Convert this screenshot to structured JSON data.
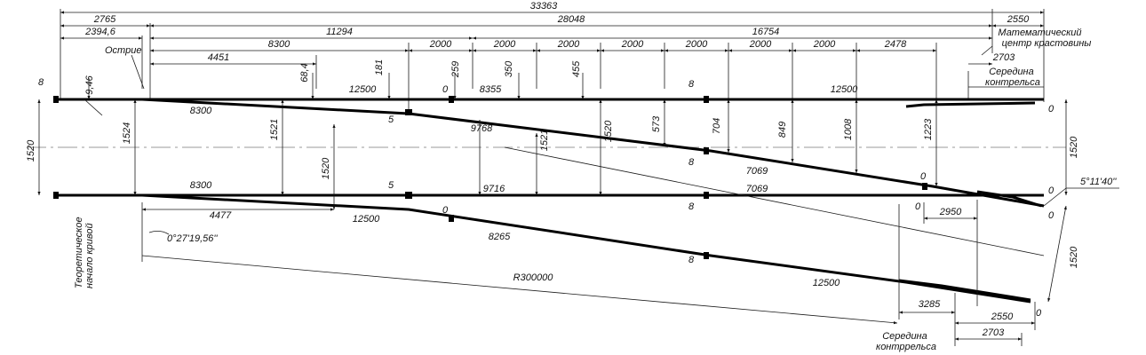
{
  "top_dims": {
    "total": "33363",
    "d2765": "2765",
    "d28048": "28048",
    "d2550": "2550",
    "d2394": "2394,6",
    "d11294": "11294",
    "d16754": "16754",
    "d8300": "8300",
    "d4451": "4451",
    "seg2000": "2000",
    "d2478": "2478",
    "d2703": "2703",
    "d8": "8"
  },
  "labels": {
    "ostrie": "Острие",
    "math_center": "Математический центр крастовины",
    "middle_guardrail": "Середина контррельса",
    "middle_guardrail_bottom": "Середина контррельса",
    "theoretical_start": "Теоретическое начало кривой",
    "angle_start": "0°27'19,56''",
    "angle_frog": "5°11'40''",
    "radius": "R300000"
  },
  "offsets": {
    "v946": "9,46",
    "v684": "68,4",
    "v181": "181",
    "v259": "259",
    "v350": "350",
    "v455": "455",
    "v573": "573",
    "v704": "704",
    "v849": "849",
    "v1008": "1008",
    "v1223": "1223",
    "v1520": "1520",
    "v1521": "1521",
    "v1524": "1524",
    "zero": "0"
  },
  "rail_dims": {
    "r12500": "12500",
    "r8300": "8300",
    "r8355": "8355",
    "r9768": "9768",
    "r9716": "9716",
    "r7069": "7069",
    "r4477": "4477",
    "r8265": "8265",
    "r5": "5",
    "r8": "8",
    "r2950": "2950",
    "r3285": "3285",
    "r2550": "2550",
    "r2703": "2703"
  }
}
